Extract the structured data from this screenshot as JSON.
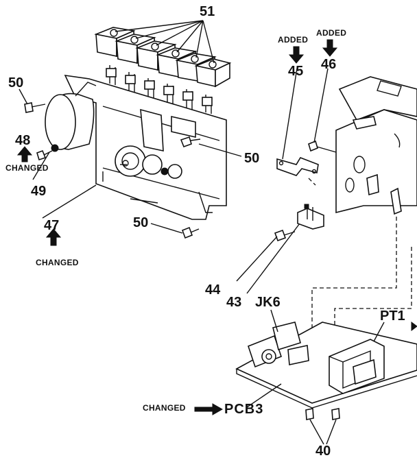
{
  "callouts": {
    "c51": "51",
    "c50a": "50",
    "c50b": "50",
    "c50c": "50",
    "c48": "48",
    "c49": "49",
    "c47": "47",
    "c45": "45",
    "c46": "46",
    "c44": "44",
    "c43": "43",
    "jk6": "JK6",
    "pt1": "PT1",
    "pcb3": "PCB3",
    "c40": "40"
  },
  "tags": {
    "added_45": "ADDED",
    "added_46": "ADDED",
    "changed_48": "CHANGED",
    "changed_47": "CHANGED",
    "changed_pcb3": "CHANGED"
  },
  "colors": {
    "ink": "#111111",
    "paper": "#ffffff"
  }
}
